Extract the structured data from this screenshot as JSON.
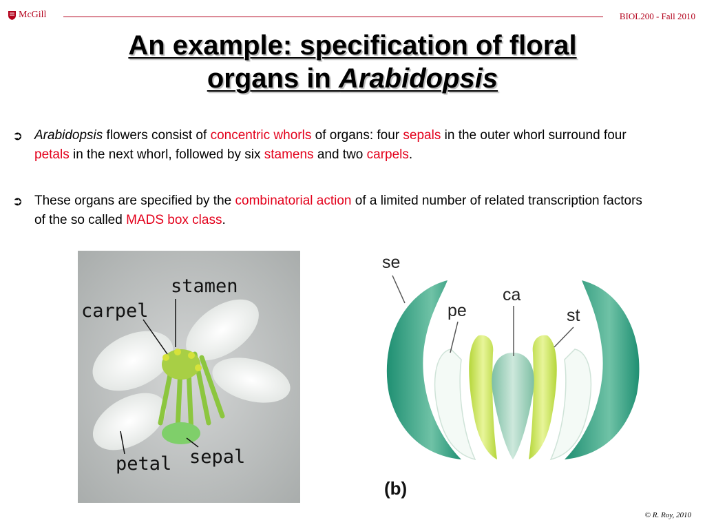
{
  "header": {
    "brand": "McGill",
    "course": "BIOL200 - Fall 2010"
  },
  "title": {
    "line1": "An example: specification of floral",
    "line2_prefix": "organs in ",
    "line2_italic": "Arabidopsis"
  },
  "bullets": [
    {
      "parts": [
        "Arabidopsis",
        " flowers consist of ",
        "concentric whorls",
        " of organs: four ",
        "sepals",
        " in the outer whorl surround four ",
        "petals",
        " in the next whorl, followed by six ",
        "stamens",
        " and two ",
        "carpels",
        "."
      ]
    },
    {
      "parts": [
        "These organs are specified by the ",
        "combinatorial action",
        " of a limited number of related transcription factors of the so called ",
        "MADS box class",
        "."
      ]
    }
  ],
  "photo_labels": {
    "stamen": "stamen",
    "carpel": "carpel",
    "petal": "petal",
    "sepal": "sepal"
  },
  "diagram_labels": {
    "se": "se",
    "pe": "pe",
    "ca": "ca",
    "st": "st",
    "panel": "(b)"
  },
  "footer": {
    "copyright": "© R. Roy, 2010"
  },
  "colors": {
    "accent": "#e3001b",
    "brand": "#b3001b",
    "sepal_green": "#1f8f72",
    "stamen_yellow": "#c8e05a"
  }
}
